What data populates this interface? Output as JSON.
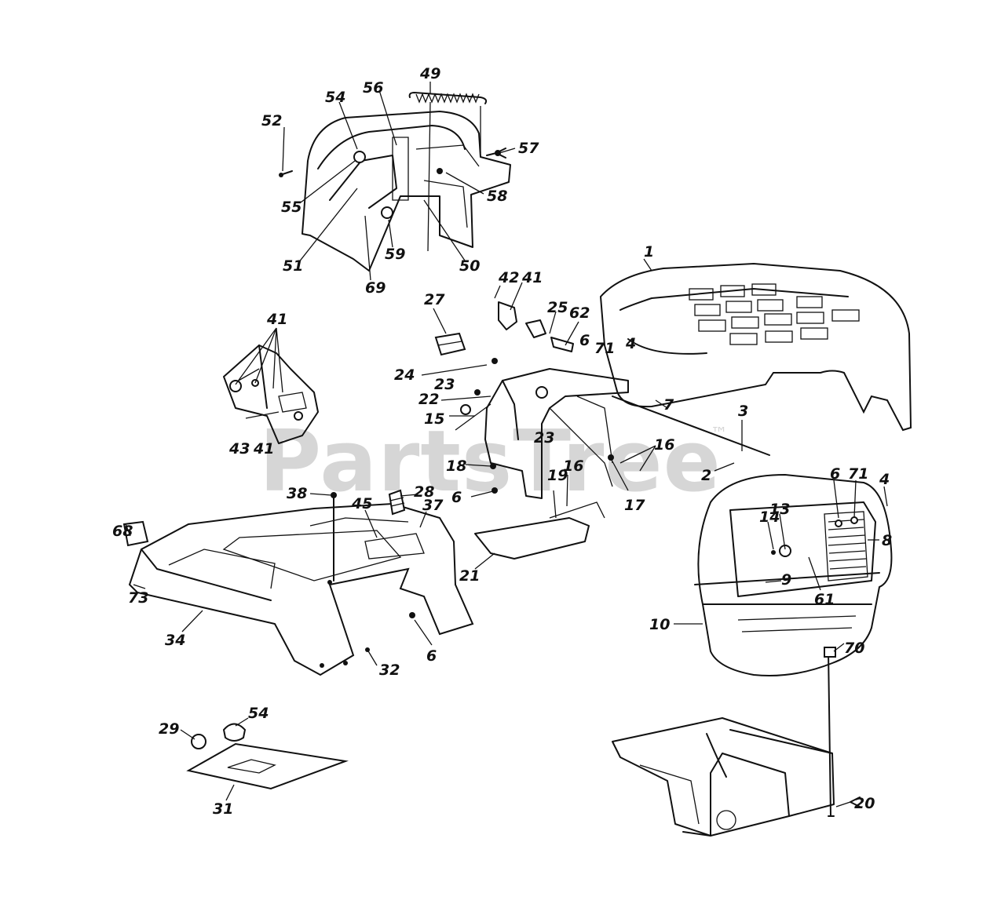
{
  "watermark": {
    "text": "PartsTree",
    "tm": "™"
  },
  "callouts": [
    "49",
    "52",
    "54",
    "56",
    "57",
    "55",
    "58",
    "51",
    "69",
    "59",
    "50",
    "42",
    "41",
    "27",
    "25",
    "62",
    "1",
    "6",
    "71",
    "4",
    "24",
    "23",
    "22",
    "7",
    "15",
    "3",
    "43",
    "2",
    "18",
    "16",
    "17",
    "19",
    "38",
    "28",
    "45",
    "37",
    "68",
    "21",
    "14",
    "13",
    "8",
    "9",
    "61",
    "73",
    "34",
    "32",
    "10",
    "70",
    "29",
    "31",
    "20"
  ]
}
